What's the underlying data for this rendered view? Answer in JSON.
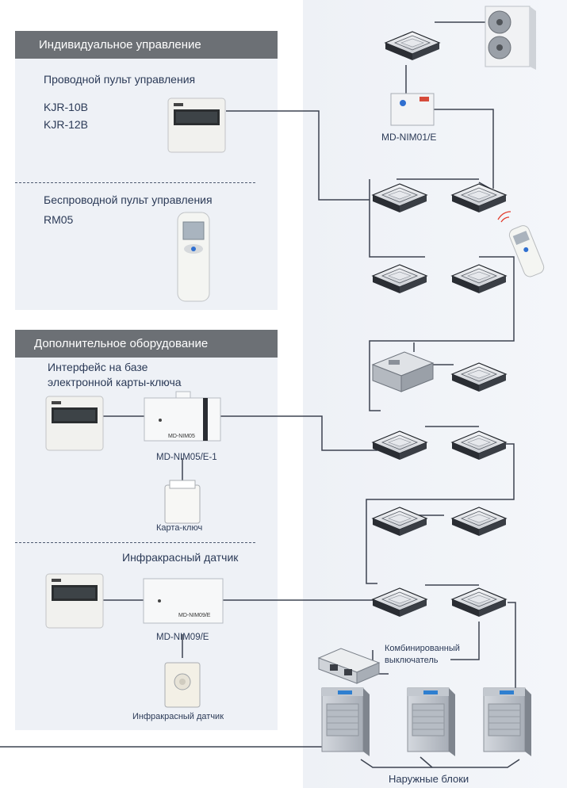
{
  "individual_panel": {
    "title": "Индивидуальное управление",
    "wired_title": "Проводной пульт управления",
    "wired_models": [
      "KJR-10B",
      "KJR-12B"
    ],
    "wireless_title": "Беспроводной пульт управления",
    "wireless_model": "RM05"
  },
  "extra_panel": {
    "title": "Дополнительное оборудование",
    "keycard_title_line1": "Интерфейс на базе",
    "keycard_title_line2": "электронной карты-ключа",
    "keycard_module_label": "MD-NIM05/E-1",
    "keycard_module_print": "MD-NIM05",
    "keycard_label": "Карта-ключ",
    "ir_title": "Инфракрасный датчик",
    "ir_module_label": "MD-NIM09/E",
    "ir_module_print": "MD-NIM09/E",
    "ir_sensor_label": "Инфракрасный датчик"
  },
  "network": {
    "gateway_label": "MD-NIM01/E",
    "combo_switch_line1": "Комбинированный",
    "combo_switch_line2": "выключатель",
    "outdoor_label": "Наружные блоки"
  },
  "colors": {
    "panel_bg": "#eef1f6",
    "header_bg": "#6c7075",
    "text": "#2b3a57",
    "wire": "#3d4350"
  }
}
